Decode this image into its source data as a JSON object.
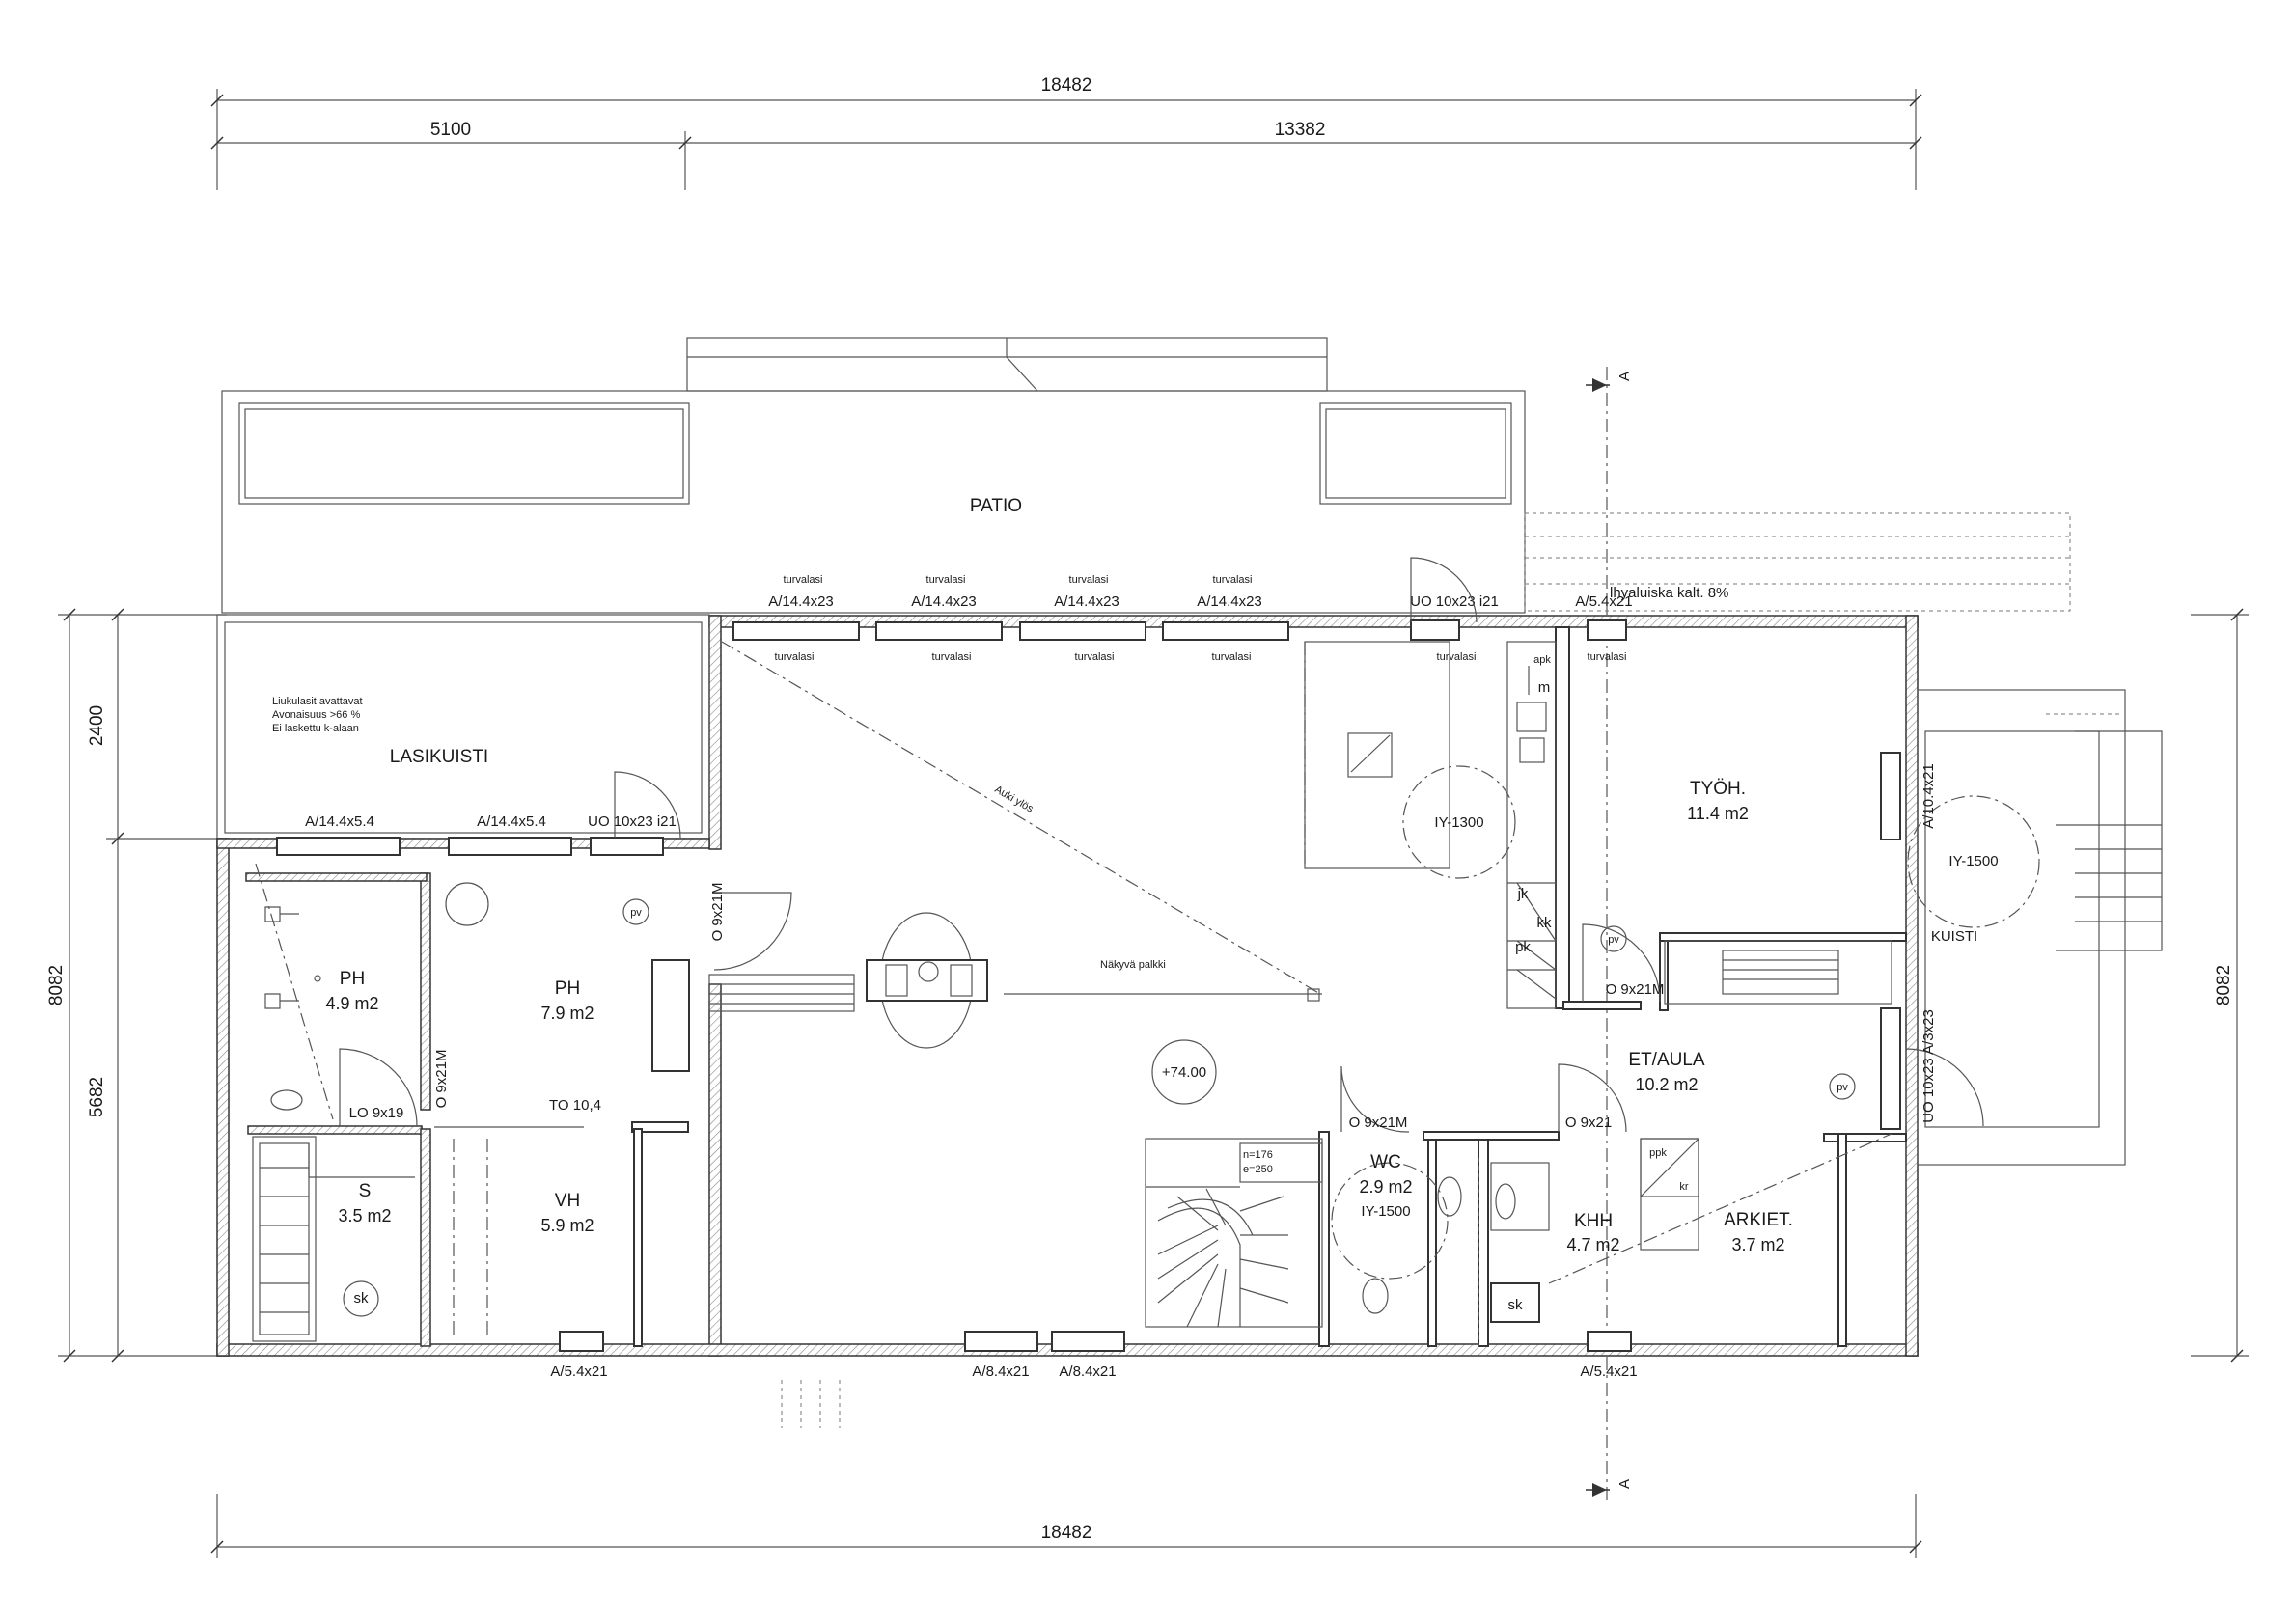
{
  "dimensions": {
    "top_total": "18482",
    "top_left": "5100",
    "top_right": "13382",
    "bottom_total": "18482",
    "left_upper": "2400",
    "left_total": "8082",
    "left_lower": "5682",
    "right_total": "8082"
  },
  "section_markers": {
    "top": "A",
    "bottom": "A"
  },
  "rooms": {
    "patio": "PATIO",
    "lasikuisti": "LASIKUISTI",
    "lasikuisti_note_1": "Liukulasit avattavat",
    "lasikuisti_note_2": "Avonaisuus >66 %",
    "lasikuisti_note_3": "Ei laskettu k-alaan",
    "ph_small_name": "PH",
    "ph_small_area": "4.9 m2",
    "ph_large_name": "PH",
    "ph_large_area": "7.9 m2",
    "s_name": "S",
    "s_area": "3.5 m2",
    "vh_name": "VH",
    "vh_area": "5.9 m2",
    "wc_name": "WC",
    "wc_area": "2.9 m2",
    "wc_extra": "IY-1500",
    "khh_name": "KHH",
    "khh_area": "4.7 m2",
    "arkiet_name": "ARKIET.",
    "arkiet_area": "3.7 m2",
    "etaula_name": "ET/AULA",
    "etaula_area": "10.2 m2",
    "tyoh_name": "TYÖH.",
    "tyoh_area": "11.4 m2",
    "kuisti": "KUISTI"
  },
  "windows_doors": {
    "w1": "A/14.4x23",
    "w2": "A/14.4x23",
    "w3": "A/14.4x23",
    "w4": "A/14.4x23",
    "turvalasi": "turvalasi",
    "uo_patio": "UO 10x23 i21",
    "a_patio_right": "A/5.4x21",
    "las_w1": "A/14.4x5.4",
    "las_w2": "A/14.4x5.4",
    "las_door": "UO 10x23 i21",
    "o_ph": "O 9x21M",
    "o_ph_vert": "O 9x21M",
    "lo": "LO 9x19",
    "to": "TO 10,4",
    "o_wc": "O 9x21M",
    "o_khh": "O 9x21",
    "o_tyoh": "O 9x21M",
    "a_tyoh": "A/10.4x21",
    "uo_kuisti": "UO 10x23 A/3x23",
    "bot_a1": "A/5.4x21",
    "bot_a2": "A/8.4x21",
    "bot_a3": "A/8.4x21",
    "bot_a4": "A/5.4x21"
  },
  "symbols": {
    "iy1300": "IY-1300",
    "iy1500": "IY-1500",
    "level": "+74.00",
    "auki_ylos": "Auki ylös",
    "nakyva_palkki": "Näkyvä palkki",
    "kattoluiska": "lhyaluiska kalt. 8%",
    "stair_n": "n=176",
    "stair_e": "e=250",
    "jk": "jk",
    "kk": "kk",
    "pk": "pk",
    "apk": "apk",
    "m": "m",
    "pv1": "pv",
    "pv2": "pv",
    "pv3": "pv",
    "ppk": "ppk",
    "kr": "kr",
    "sk1": "sk",
    "sk2": "sk"
  }
}
